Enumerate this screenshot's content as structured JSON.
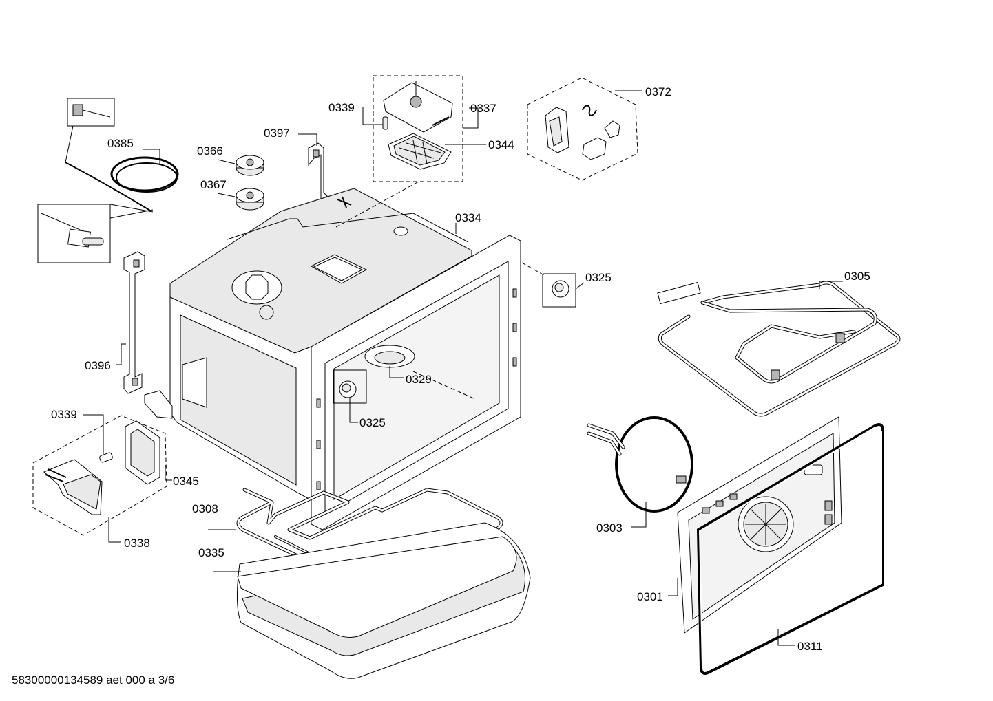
{
  "labels": {
    "p0385": "0385",
    "p0366": "0366",
    "p0367": "0367",
    "p0397": "0397",
    "p0339_top": "0339",
    "p0337": "0337",
    "p0344": "0344",
    "p0372": "0372",
    "p0334": "0334",
    "p0325_right": "0325",
    "p0305": "0305",
    "p0396": "0396",
    "p0329": "0329",
    "p0325_center": "0325",
    "p0339_left": "0339",
    "p0345": "0345",
    "p0338": "0338",
    "p0308": "0308",
    "p0335": "0335",
    "p0303": "0303",
    "p0301": "0301",
    "p0311": "0311"
  },
  "footer": {
    "document_code": "58300000134589 aet 000 a 3/6"
  }
}
